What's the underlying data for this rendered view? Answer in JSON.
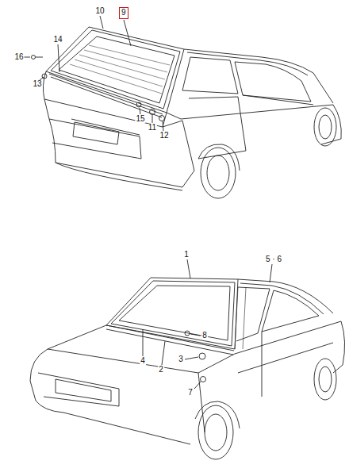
{
  "diagram": {
    "nodes": [
      {
        "text": [
          "9"
        ]
      }
    ],
    "labels": [
      "10",
      "14",
      "16",
      "13",
      "15",
      "11",
      "12",
      "1",
      "5 · 6",
      "4",
      "2",
      "8",
      "3",
      "7"
    ]
  }
}
